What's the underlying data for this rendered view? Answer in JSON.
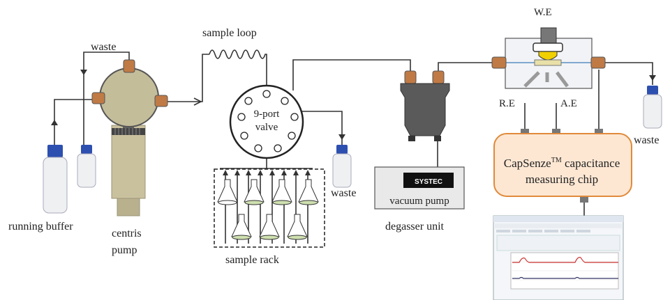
{
  "labels": {
    "waste_left": "waste",
    "sample_loop": "sample loop",
    "valve_line1": "9-port",
    "valve_line2": "valve",
    "waste_mid": "waste",
    "running_buffer": "running buffer",
    "centris_line1": "centris",
    "centris_line2": "pump",
    "sample_rack": "sample rack",
    "systec": "SYSTEC",
    "vacuum_pump": "vacuum pump",
    "degasser_unit": "degasser unit",
    "we": "W.E",
    "re": "R.E",
    "ae": "A.E",
    "waste_right": "waste",
    "chip_line1_pre": "CapSenze",
    "chip_line1_sup": "TM",
    "chip_line1_post": " capacitance",
    "chip_line2": "measuring chip"
  },
  "colors": {
    "tubing": "#333333",
    "pump_body": "#c4bd9a",
    "pump_cylinder": "#d1c9a6",
    "fitting": "#c07a45",
    "bottle_cap": "#2d4fb0",
    "degasser": "#5a5a5a",
    "chip_fill": "#fde7d3",
    "chip_border": "#e08a3a",
    "flask_liquid": "#cfe0b0",
    "plot_red": "#cc3333",
    "plot_blue": "#333366"
  },
  "icons": [
    "bottle-icon",
    "flask-icon",
    "pump-icon",
    "valve-icon",
    "electrode-icon",
    "screenshot-thumbnail"
  ]
}
